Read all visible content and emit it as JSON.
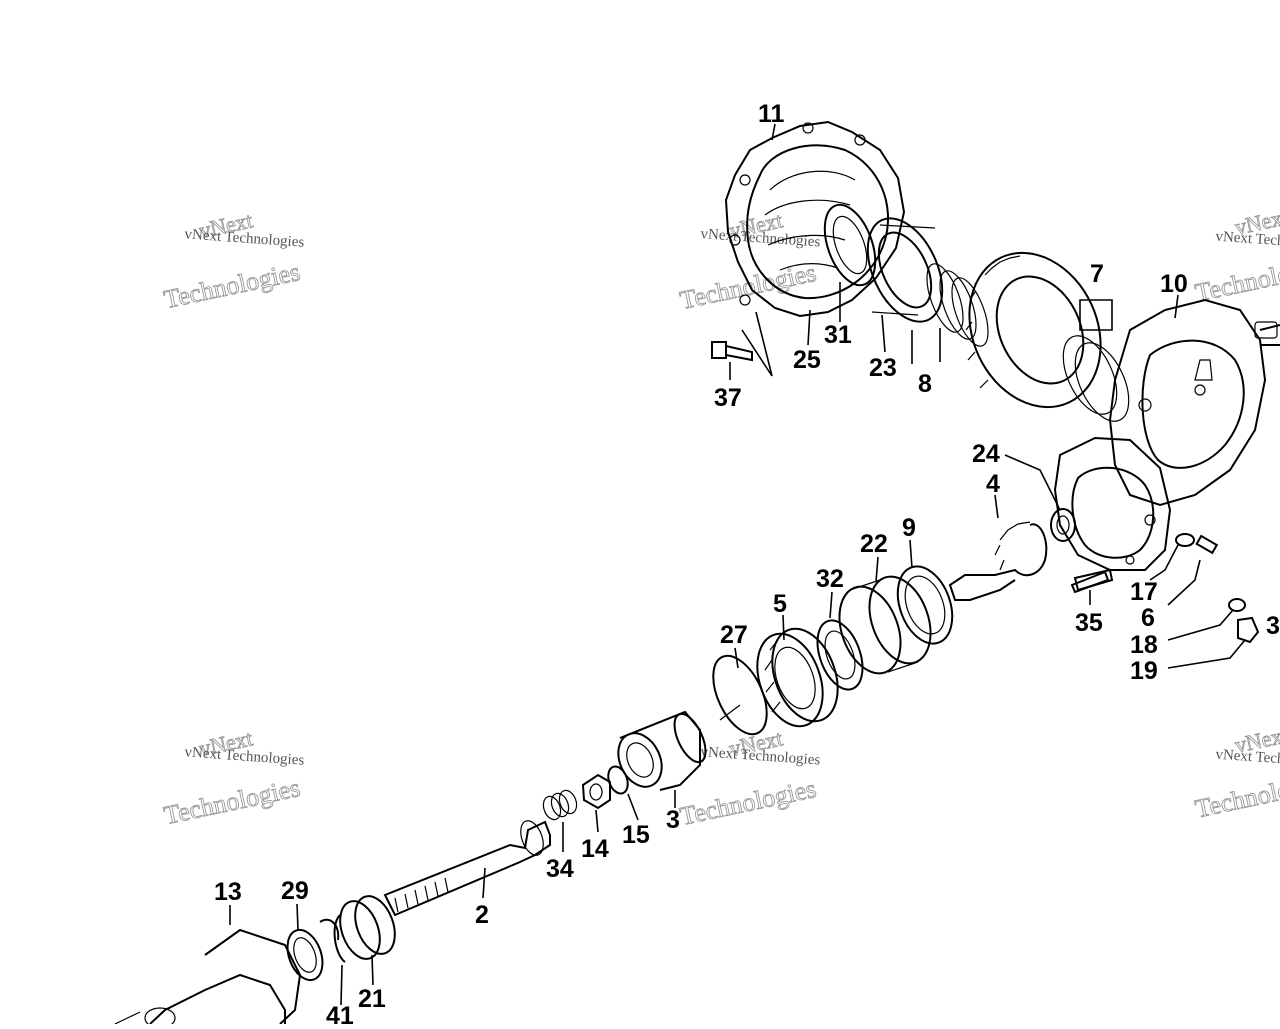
{
  "watermark": {
    "brand": "vNext",
    "name": "vNext Technologies",
    "word": "Technologies"
  },
  "callouts": {
    "p2": "2",
    "p3": "3",
    "p4": "4",
    "p5": "5",
    "p6": "6",
    "p7": "7",
    "p8": "8",
    "p9": "9",
    "p10": "10",
    "p11": "11",
    "p13": "13",
    "p14": "14",
    "p15": "15",
    "p17": "17",
    "p18": "18",
    "p19": "19",
    "p21": "21",
    "p22": "22",
    "p23": "23",
    "p24": "24",
    "p25": "25",
    "p27": "27",
    "p29": "29",
    "p31": "31",
    "p32": "32",
    "p34": "34",
    "p35": "35",
    "p37": "37",
    "p41": "41",
    "p3x": "3"
  }
}
